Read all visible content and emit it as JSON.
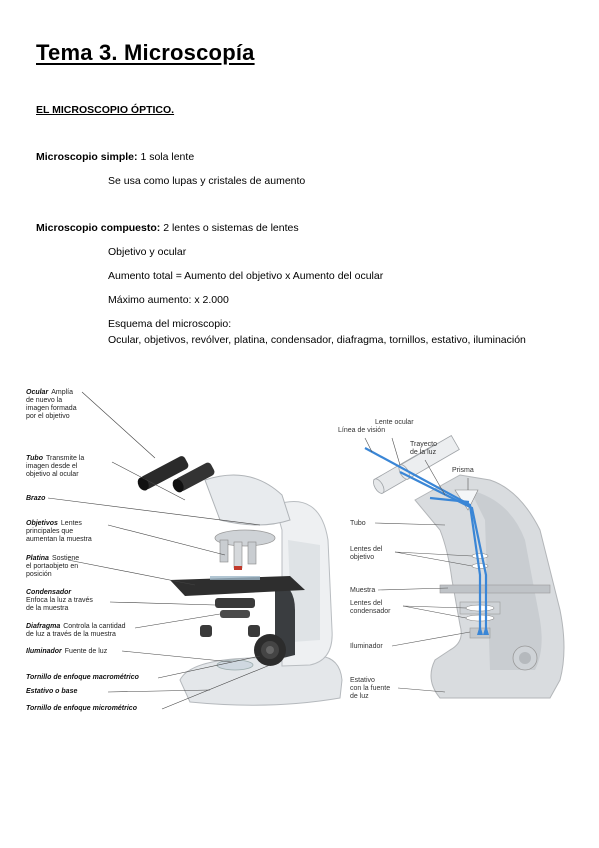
{
  "title": "Tema 3. Microscopía",
  "section": "EL MICROSCOPIO ÓPTICO.",
  "simple": {
    "label": "Microscopio simple:",
    "value": "1 sola lente",
    "detail": "Se usa como lupas y cristales de aumento"
  },
  "compuesto": {
    "label": "Microscopio compuesto:",
    "value": "2 lentes o sistemas de lentes",
    "lines": [
      "Objetivo y ocular",
      "Aumento total =  Aumento del objetivo x Aumento del ocular",
      "Máximo aumento: x 2.000",
      "Esquema del microscopio:",
      "Ocular, objetivos, revólver, platina, condensador, diafragma, tornillos, estativo, iluminación"
    ]
  },
  "figure_left": {
    "labels": [
      {
        "term": "Ocular",
        "desc": [
          "Amplía",
          "de nuevo la",
          "imagen formada",
          "por el objetivo"
        ]
      },
      {
        "term": "Tubo",
        "desc": [
          "Transmite la",
          "imagen desde el",
          "objetivo al ocular"
        ]
      },
      {
        "term": "Brazo",
        "desc": []
      },
      {
        "term": "Objetivos",
        "desc": [
          "Lentes",
          "principales que",
          "aumentan la muestra"
        ]
      },
      {
        "term": "Platina",
        "desc": [
          "Sostiene",
          "el portaobjeto en",
          "posición"
        ]
      },
      {
        "term": "Condensador",
        "desc": [
          "Enfoca la luz a través",
          "de la muestra"
        ]
      },
      {
        "term": "Diafragma",
        "desc": [
          "Controla la cantidad",
          "de luz a través de la muestra"
        ]
      },
      {
        "term": "Iluminador",
        "desc": [
          "Fuente de luz"
        ]
      },
      {
        "term": "Tornillo de enfoque macrométrico",
        "desc": []
      },
      {
        "term": "Estativo o base",
        "desc": []
      },
      {
        "term": "Tornillo de enfoque micrométrico",
        "desc": []
      }
    ]
  },
  "figure_right": {
    "labels": {
      "lente_ocular": "Lente ocular",
      "linea_vision": "Línea de visión",
      "trayecto_1": "Trayecto",
      "trayecto_2": "de la luz",
      "prisma": "Prisma",
      "tubo": "Tubo",
      "lentes_obj_1": "Lentes del",
      "lentes_obj_2": "objetivo",
      "muestra": "Muestra",
      "lentes_cond_1": "Lentes del",
      "lentes_cond_2": "condensador",
      "iluminador": "Iluminador",
      "estativo_1": "Estativo",
      "estativo_2": "con la fuente",
      "estativo_3": "de luz"
    }
  },
  "colors": {
    "light_path": "#3a86d6",
    "microscope_body": "#e9ecef",
    "microscope_dark": "#2b2b2b"
  }
}
